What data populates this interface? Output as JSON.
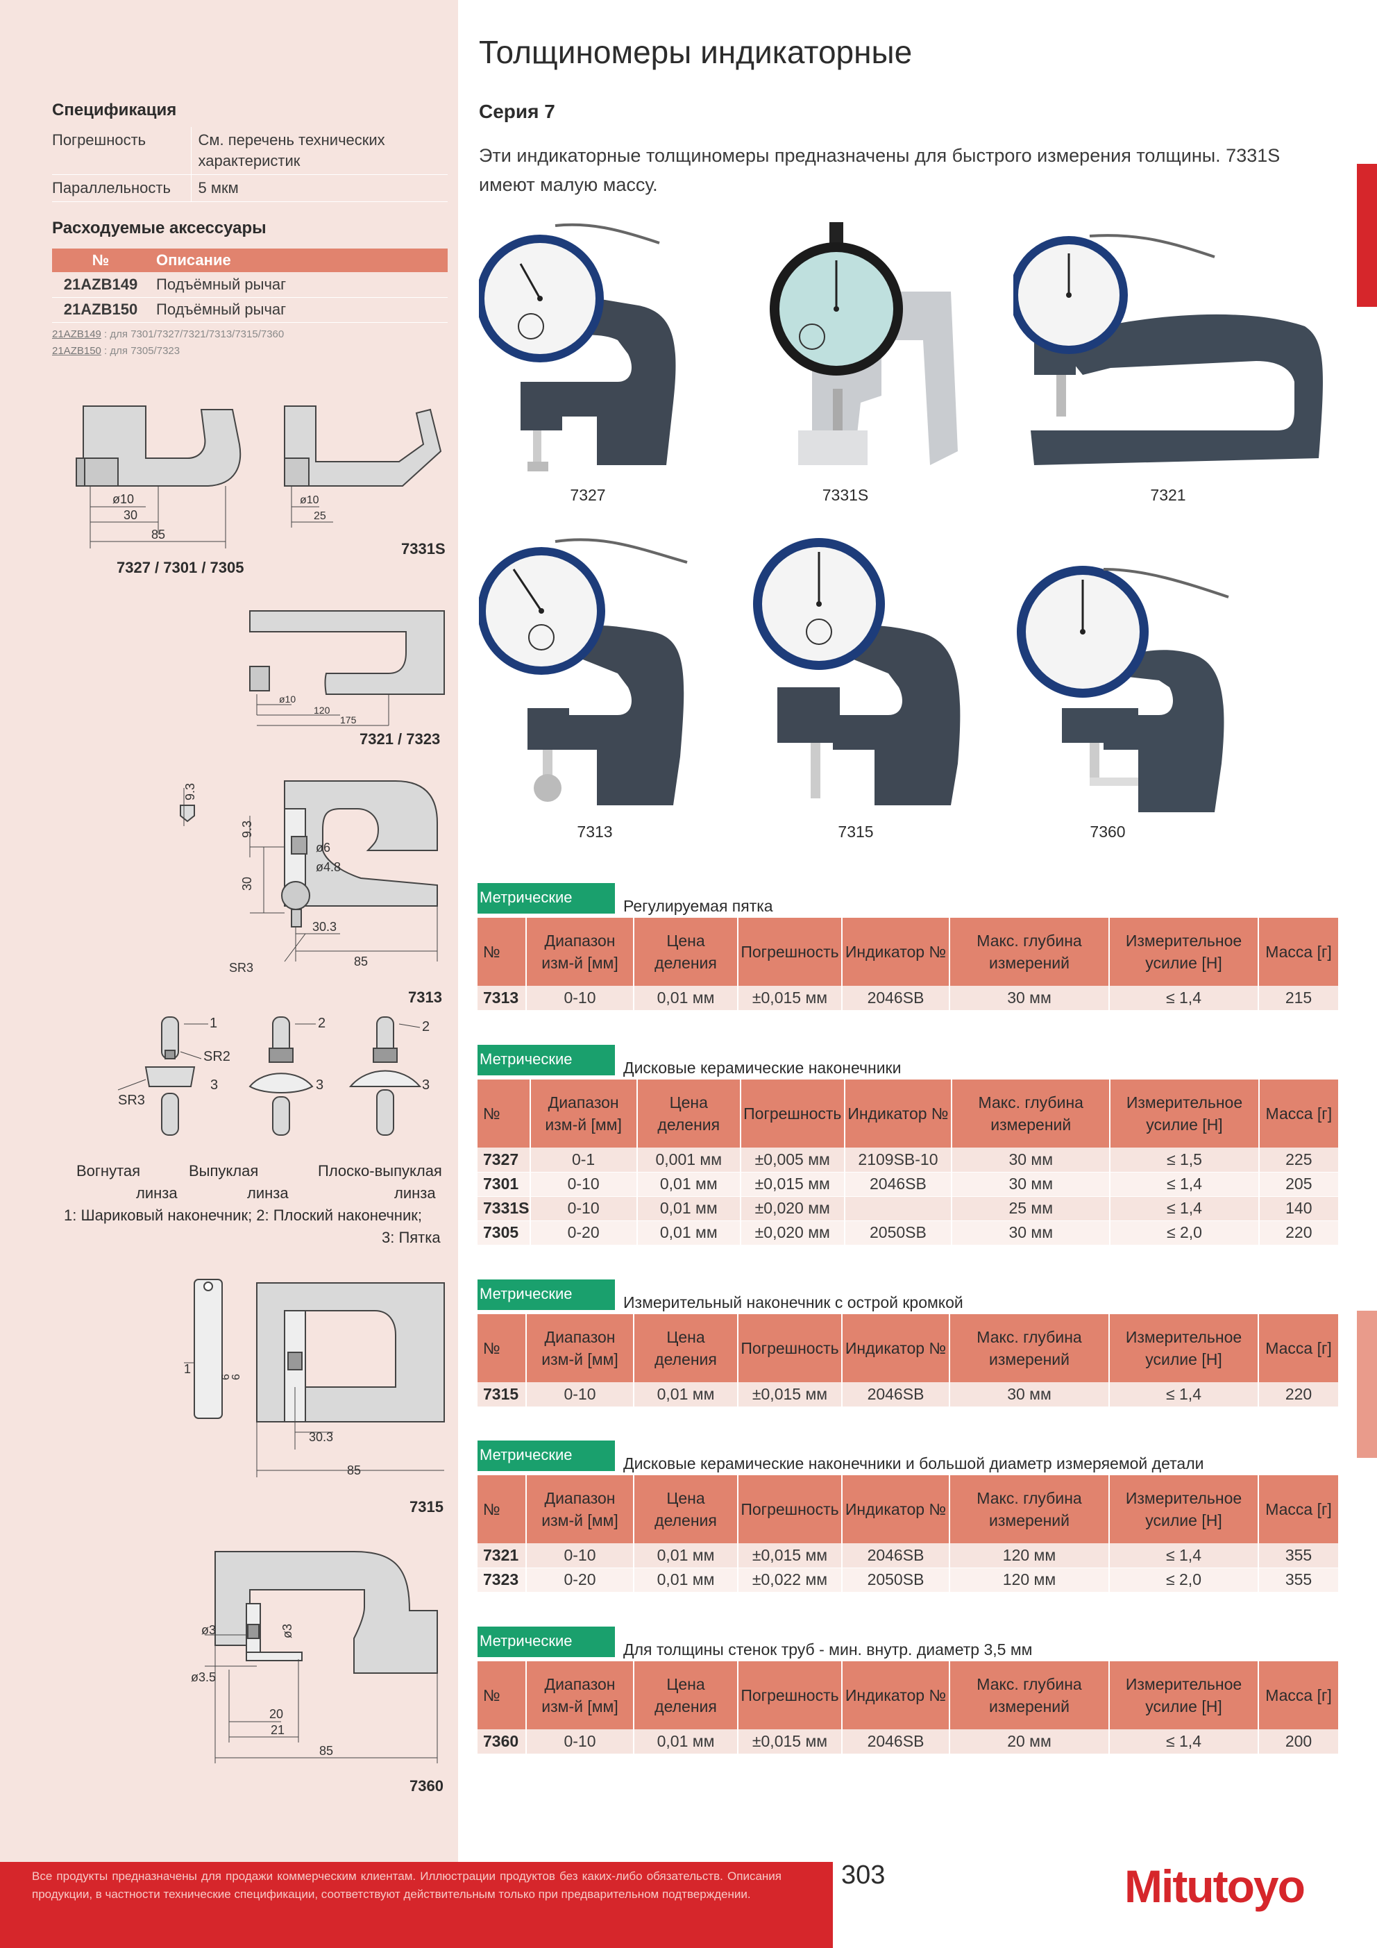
{
  "title": "Толщиномеры индикаторные",
  "series": "Серия 7",
  "intro": "Эти индикаторные толщиномеры предназначены для быстрого измерения толщины. 7331S имеют малую массу.",
  "spec": {
    "title": "Спецификация",
    "rows": [
      {
        "k": "Погрешность",
        "v": "См. перечень технических характеристик"
      },
      {
        "k": "Параллельность",
        "v": "5 мкм"
      }
    ]
  },
  "accessories": {
    "title": "Расходуемые аксессуары",
    "headers": [
      "№",
      "Описание"
    ],
    "rows": [
      {
        "code": "21AZB149",
        "desc": "Подъёмный рычаг"
      },
      {
        "code": "21AZB150",
        "desc": "Подъёмный рычаг"
      }
    ],
    "notes": [
      {
        "code": "21AZB149",
        "text": " : для 7301/7327/7321/7313/7315/7360"
      },
      {
        "code": "21AZB150",
        "text": " : для 7305/7323"
      }
    ]
  },
  "diagrams": {
    "d1": {
      "label_a": "7327 / 7301 / 7305",
      "label_b": "7331S",
      "dim_a1": "ø10",
      "dim_a2": "30",
      "dim_a3": "85",
      "dim_b1": "ø10",
      "dim_b2": "25"
    },
    "d2": {
      "label": "7321 / 7323",
      "dim1": "ø10",
      "dim2": "120",
      "dim3": "175"
    },
    "d3": {
      "label": "7313",
      "dim1": "9.3",
      "dim2": "9.3",
      "dim3": "ø6",
      "dim4": "ø4.8",
      "dim5": "30",
      "dim6": "30.3",
      "dim7": "SR3",
      "dim8": "85"
    },
    "d4": {
      "n1": "1",
      "n2": "2",
      "n3": "2",
      "n4": "3",
      "n5": "3",
      "n6": "3",
      "sr2": "SR2",
      "sr3": "SR3",
      "lens1": "Вогнутая",
      "lens2a": "Выпуклая",
      "lens2b": "линза",
      "lens3a": "Плоско-выпуклая",
      "lens3b": "линза",
      "lens1b": "линза",
      "legend1": "1: Шариковый наконечник; 2: Плоский наконечник;",
      "legend2": "3: Пятка"
    },
    "d5": {
      "label": "7315",
      "dim1": "1",
      "dim2": "6",
      "dim3": "6",
      "dim4": "30.3",
      "dim5": "85"
    },
    "d6": {
      "label": "7360",
      "dim1": "ø3",
      "dim2": "ø3",
      "dim3": "ø3.5",
      "dim4": "20",
      "dim5": "21",
      "dim6": "85"
    }
  },
  "products": [
    {
      "label": "7327"
    },
    {
      "label": "7331S"
    },
    {
      "label": "7321"
    },
    {
      "label": "7313"
    },
    {
      "label": "7315"
    },
    {
      "label": "7360"
    }
  ],
  "sections": [
    {
      "badge": "Метрические",
      "caption": "Регулируемая пятка",
      "headers": [
        "№",
        "Диапазон изм-й [мм]",
        "Цена деления",
        "Погрешность",
        "Индикатор №",
        "Макс. глубина измерений",
        "Измерительное усилие [Н]",
        "Масса [г]"
      ],
      "rows": [
        [
          "7313",
          "0-10",
          "0,01 мм",
          "±0,015 мм",
          "2046SB",
          "30 мм",
          "≤ 1,4",
          "215"
        ]
      ]
    },
    {
      "badge": "Метрические",
      "caption": "Дисковые керамические наконечники",
      "headers": [
        "№",
        "Диапазон изм-й [мм]",
        "Цена деления",
        "Погрешность",
        "Индикатор №",
        "Макс. глубина измерений",
        "Измерительное усилие [Н]",
        "Масса [г]"
      ],
      "rows": [
        [
          "7327",
          "0-1",
          "0,001 мм",
          "±0,005 мм",
          "2109SB-10",
          "30 мм",
          "≤ 1,5",
          "225"
        ],
        [
          "7301",
          "0-10",
          "0,01 мм",
          "±0,015 мм",
          "2046SB",
          "30 мм",
          "≤ 1,4",
          "205"
        ],
        [
          "7331S",
          "0-10",
          "0,01 мм",
          "±0,020 мм",
          "",
          "25 мм",
          "≤ 1,4",
          "140"
        ],
        [
          "7305",
          "0-20",
          "0,01 мм",
          "±0,020 мм",
          "2050SB",
          "30 мм",
          "≤ 2,0",
          "220"
        ]
      ]
    },
    {
      "badge": "Метрические",
      "caption": "Измерительный наконечник с острой кромкой",
      "headers": [
        "№",
        "Диапазон изм-й [мм]",
        "Цена деления",
        "Погрешность",
        "Индикатор №",
        "Макс. глубина измерений",
        "Измерительное усилие [Н]",
        "Масса [г]"
      ],
      "rows": [
        [
          "7315",
          "0-10",
          "0,01 мм",
          "±0,015 мм",
          "2046SB",
          "30 мм",
          "≤ 1,4",
          "220"
        ]
      ]
    },
    {
      "badge": "Метрические",
      "caption": "Дисковые керамические наконечники и большой диаметр измеряемой детали",
      "headers": [
        "№",
        "Диапазон изм-й [мм]",
        "Цена деления",
        "Погрешность",
        "Индикатор №",
        "Макс. глубина измерений",
        "Измерительное усилие [Н]",
        "Масса [г]"
      ],
      "rows": [
        [
          "7321",
          "0-10",
          "0,01 мм",
          "±0,015 мм",
          "2046SB",
          "120 мм",
          "≤ 1,4",
          "355"
        ],
        [
          "7323",
          "0-20",
          "0,01 мм",
          "±0,022 мм",
          "2050SB",
          "120 мм",
          "≤ 2,0",
          "355"
        ]
      ]
    },
    {
      "badge": "Метрические",
      "caption": "Для толщины стенок труб - мин. внутр. диаметр 3,5 мм",
      "headers": [
        "№",
        "Диапазон изм-й [мм]",
        "Цена деления",
        "Погрешность",
        "Индикатор №",
        "Макс. глубина измерений",
        "Измерительное усилие [Н]",
        "Масса [г]"
      ],
      "rows": [
        [
          "7360",
          "0-10",
          "0,01 мм",
          "±0,015 мм",
          "2046SB",
          "20 мм",
          "≤ 1,4",
          "200"
        ]
      ]
    }
  ],
  "footer": {
    "text": "Все продукты предназначены для продажи коммерческим клиентам. Иллюстрации продуктов без каких-либо обязательств. Описания продукции, в частности технические спецификации, соответствуют действительным только при предварительном подтверждении.",
    "page": "303",
    "logo": "Mitutoyo"
  },
  "colors": {
    "accent_red": "#d6262b",
    "salmon": "#e1836e",
    "green": "#1aa06d",
    "left_bg": "#f6e4df"
  }
}
